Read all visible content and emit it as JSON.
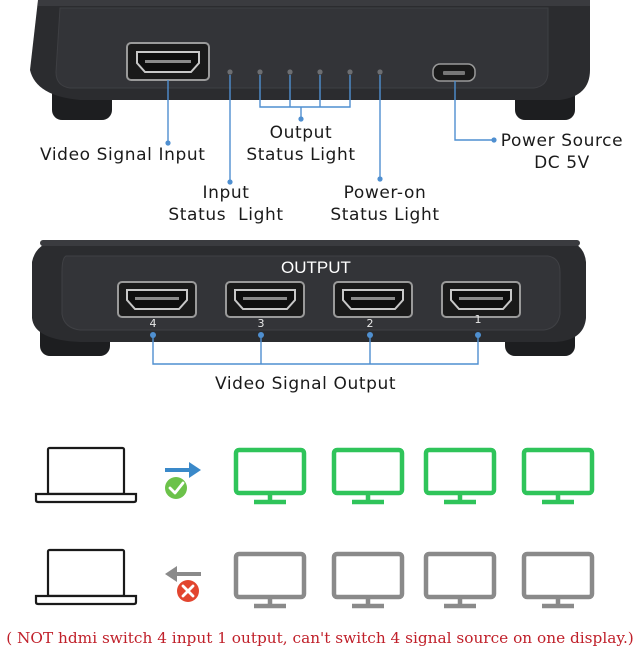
{
  "labels": {
    "video_signal_input": "Video Signal Input",
    "output_status_line1": "Output",
    "output_status_line2": "Status Light",
    "input_status_line1": "Input",
    "input_status_line2": "Status  Light",
    "power_on_line1": "Power-on",
    "power_on_line2": "Status Light",
    "power_source_line1": "Power Source",
    "power_source_line2": "DC 5V",
    "output_panel_title": "OUTPUT",
    "port_numbers": [
      "4",
      "3",
      "2",
      "1"
    ],
    "video_signal_output": "Video Signal Output"
  },
  "notice": "( NOT hdmi switch 4 input 1 output, can't switch 4 signal source on one display.)",
  "colors": {
    "device_body": "#2b2c2f",
    "callout_line": "#4f8fd0",
    "ok_monitor": "#2fc45a",
    "disabled_monitor": "#8a8a8a",
    "arrow_ok": "#3a89c9",
    "arrow_bad": "#8a8a8a",
    "check_badge": "#6cc24a",
    "cross_badge": "#e2452f",
    "notice_text": "#c0202a"
  },
  "icons": {
    "source": "laptop-icon",
    "display": "monitor-icon",
    "ok_badge": "check-circle-icon",
    "bad_badge": "cross-circle-icon"
  }
}
